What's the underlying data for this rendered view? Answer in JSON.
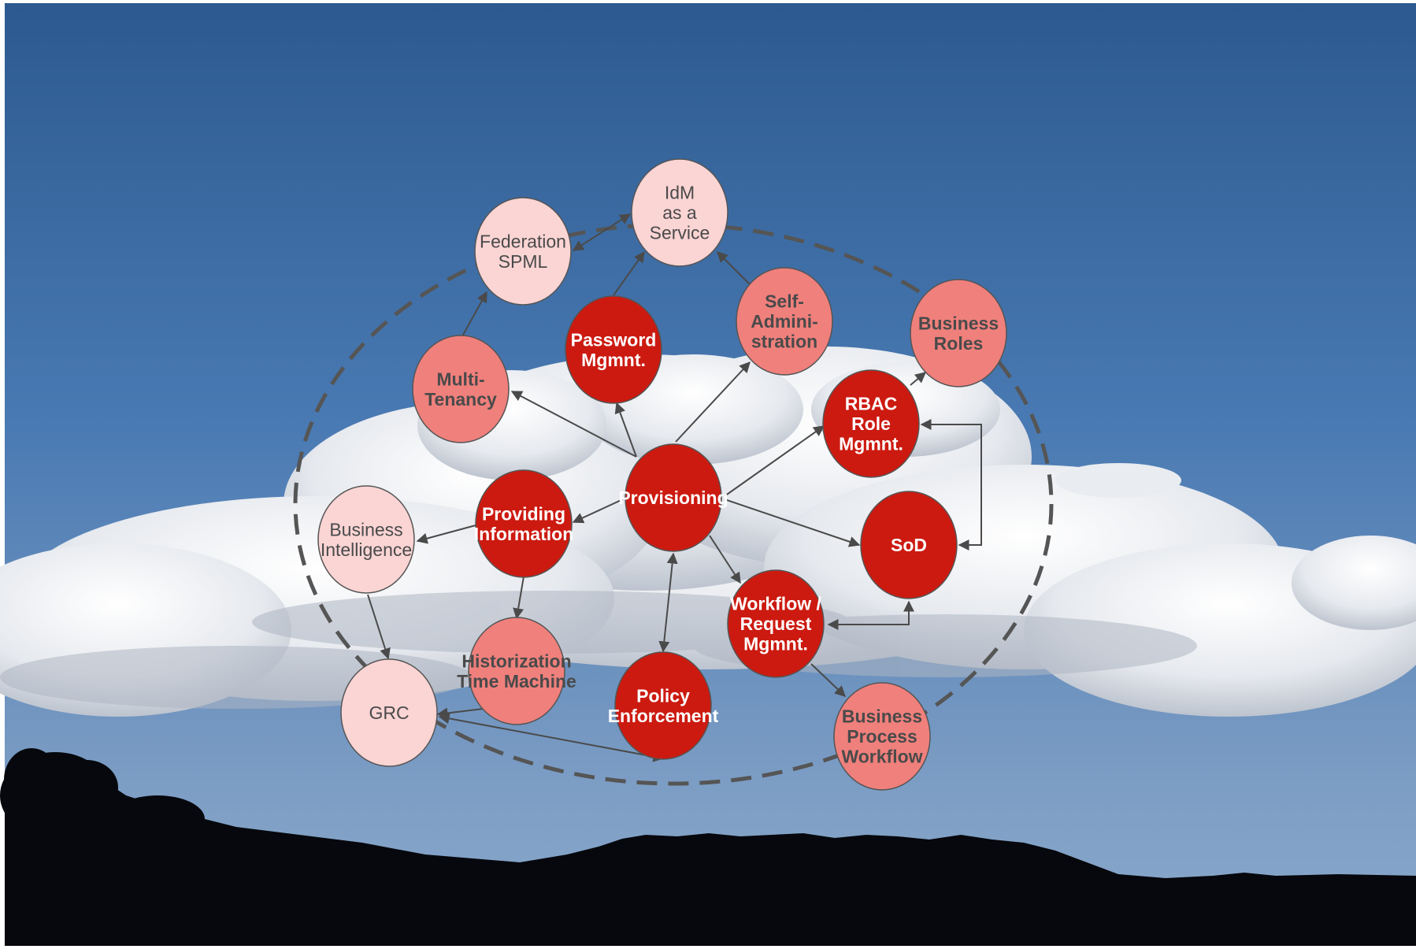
{
  "colors": {
    "sky_top": "#2f5c91",
    "sky_mid": "#4e7db5",
    "sky_low": "#7d9fc6",
    "cloud": "#f1f2f4",
    "cloud_shade": "#b9c1cc",
    "ground": "#080a10",
    "node_dark": "#cc1a10",
    "node_mid": "#f0807c",
    "node_light": "#fbd4d4",
    "edge": "#4a4a4a",
    "ring": "#555555"
  },
  "nodes": [
    {
      "id": "idm",
      "level": "light",
      "lines": [
        "IdM",
        "as a",
        "Service"
      ]
    },
    {
      "id": "federation",
      "level": "light",
      "lines": [
        "Federation",
        "SPML"
      ]
    },
    {
      "id": "password",
      "level": "dark",
      "lines": [
        "Password",
        "Mgmnt."
      ]
    },
    {
      "id": "selfadmin",
      "level": "mid",
      "lines": [
        "Self-",
        "Admini-",
        "stration"
      ]
    },
    {
      "id": "businessroles",
      "level": "mid",
      "lines": [
        "Business",
        "Roles"
      ]
    },
    {
      "id": "multitenancy",
      "level": "mid",
      "lines": [
        "Multi-",
        "Tenancy"
      ]
    },
    {
      "id": "rbac",
      "level": "dark",
      "lines": [
        "RBAC",
        "Role",
        "Mgmnt."
      ]
    },
    {
      "id": "provisioning",
      "level": "dark",
      "lines": [
        "Provisioning"
      ]
    },
    {
      "id": "providing",
      "level": "dark",
      "lines": [
        "Providing",
        "Information"
      ]
    },
    {
      "id": "bi",
      "level": "light",
      "lines": [
        "Business",
        "Intelligence"
      ]
    },
    {
      "id": "sod",
      "level": "dark",
      "lines": [
        "SoD"
      ]
    },
    {
      "id": "workflow",
      "level": "dark",
      "lines": [
        "Workflow /",
        "Request",
        "Mgmnt."
      ]
    },
    {
      "id": "historization",
      "level": "mid",
      "lines": [
        "Historization",
        "Time Machine"
      ]
    },
    {
      "id": "policy",
      "level": "dark",
      "lines": [
        "Policy",
        "Enforcement"
      ]
    },
    {
      "id": "grc",
      "level": "light",
      "lines": [
        "GRC"
      ]
    },
    {
      "id": "bpw",
      "level": "mid",
      "lines": [
        "Business",
        "Process",
        "Workflow"
      ]
    }
  ]
}
